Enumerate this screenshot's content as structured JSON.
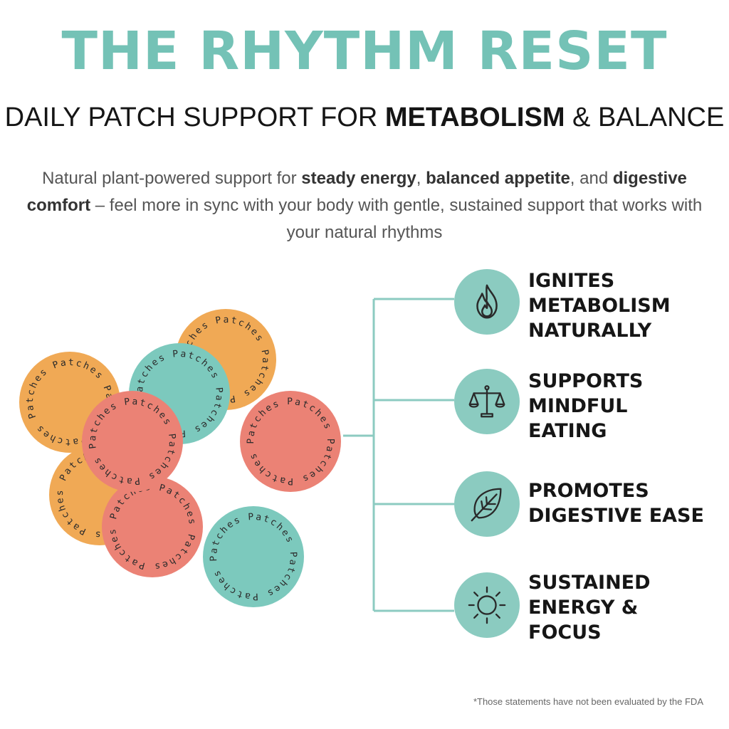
{
  "header": {
    "title": "THE RHYTHM RESET",
    "subtitle_pre": "DAILY PATCH SUPPORT FOR ",
    "subtitle_bold": "METABOLISM",
    "subtitle_post": " & BALANCE"
  },
  "description": {
    "t1": "Natural plant-powered support for ",
    "b1": "steady energy",
    "t2": ", ",
    "b2": "balanced appetite",
    "t3": ", and ",
    "b3": "digestive comfort",
    "t4": " – feel more in sync with your body with gentle, sustained support that works with your natural rhythms"
  },
  "patch_text": "Patches Patches Patches Patches",
  "colors": {
    "teal": "#74c2b6",
    "icon_teal": "#8bcbc0",
    "orange": "#f0a955",
    "coral": "#eb8275",
    "patch_teal": "#7cc9bd",
    "line": "#8ccbc1"
  },
  "benefits": [
    {
      "icon": "flame-icon",
      "lines": [
        "IGNITES",
        "METABOLISM",
        "NATURALLY"
      ]
    },
    {
      "icon": "scale-icon",
      "lines": [
        "SUPPORTS",
        "MINDFUL",
        "EATING"
      ]
    },
    {
      "icon": "leaf-icon",
      "lines": [
        "PROMOTES",
        "DIGESTIVE EASE"
      ]
    },
    {
      "icon": "sun-icon",
      "lines": [
        "SUSTAINED",
        "ENERGY &",
        "FOCUS"
      ]
    }
  ],
  "disclaimer": "*Those statements have not been evaluated by the FDA"
}
